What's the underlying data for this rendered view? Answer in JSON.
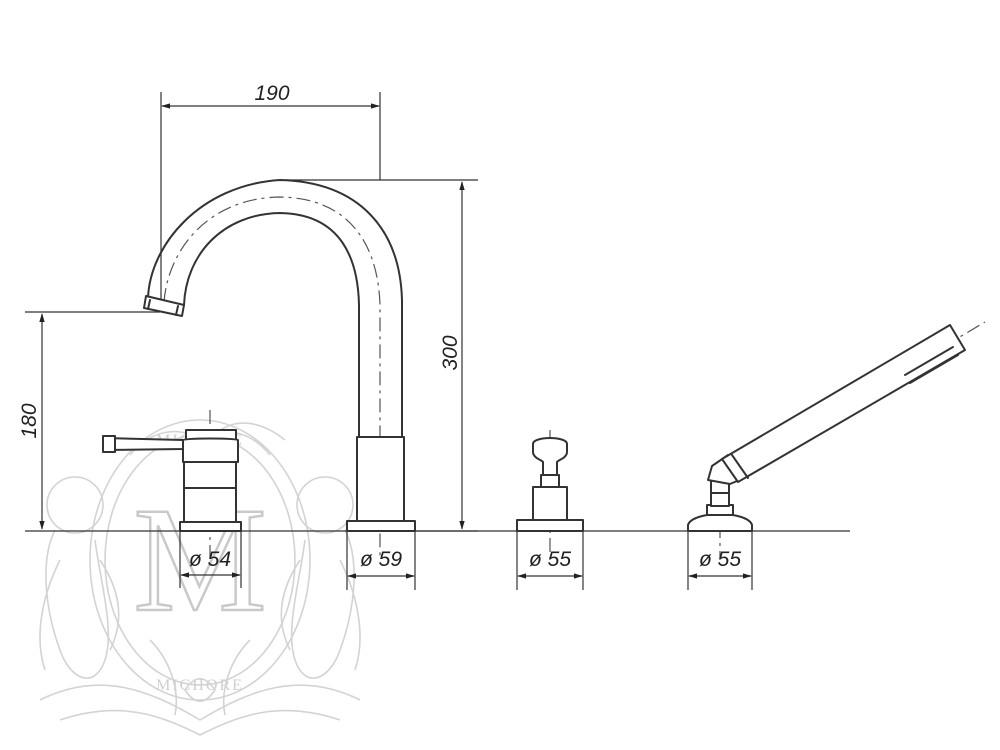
{
  "dimensions": {
    "spout_reach": "190",
    "spout_height": "300",
    "outlet_height": "180",
    "mixer_diameter": "ø 54",
    "spout_base_diameter": "ø 59",
    "diverter_diameter": "ø 55",
    "handshower_base_diameter": "ø 55"
  },
  "watermark": {
    "text": "MICHORE",
    "monogram": "M"
  },
  "colors": {
    "line": "#333333",
    "watermark": "#cccccc",
    "background": "#ffffff"
  }
}
